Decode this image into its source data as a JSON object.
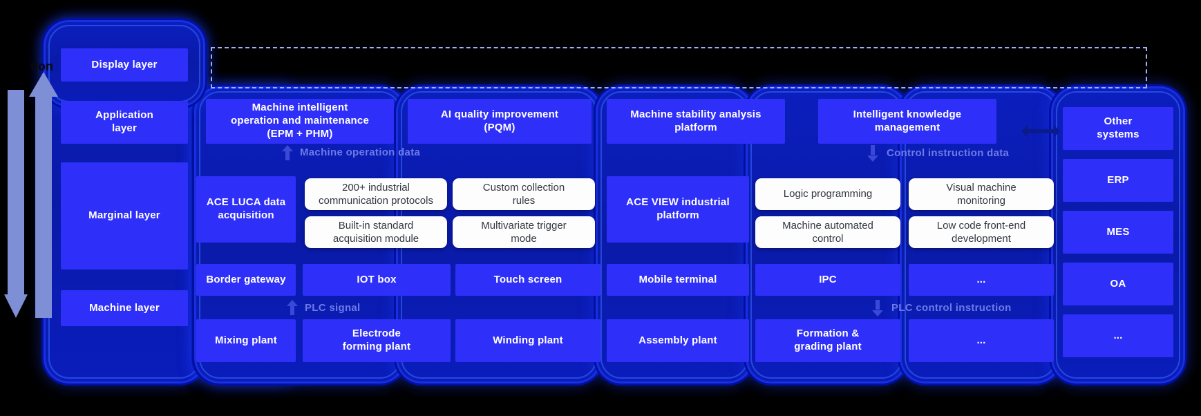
{
  "diagram": {
    "title_fragment": "tion",
    "layers": [
      {
        "key": "display",
        "label": "Display layer"
      },
      {
        "key": "application",
        "label": "Application\nlayer"
      },
      {
        "key": "marginal",
        "label": "Marginal layer"
      },
      {
        "key": "machine",
        "label": "Machine layer"
      }
    ],
    "application_row": [
      "Machine intelligent\noperation and maintenance\n(EPM + PHM)",
      "AI quality improvement\n(PQM)",
      "Machine stability analysis\nplatform",
      "Intelligent knowledge\nmanagement"
    ],
    "flow_labels": {
      "machine_operation_data": "Machine operation data",
      "control_instruction_data": "Control instruction data",
      "plc_signal": "PLC signal",
      "plc_control_instruction": "PLC control instruction"
    },
    "marginal_platforms": {
      "left": "ACE LUCA data\nacquisition",
      "right": "ACE VIEW industrial\nplatform"
    },
    "marginal_features_left": [
      "200+ industrial\ncommunication protocols",
      "Custom collection\nrules",
      "Built-in standard\nacquisition module",
      "Multivariate trigger\nmode"
    ],
    "marginal_features_right": [
      "Logic programming",
      "Visual machine\nmonitoring",
      "Machine automated\ncontrol",
      "Low code front-end\ndevelopment"
    ],
    "device_row": [
      "Border gateway",
      "IOT box",
      "Touch screen",
      "Mobile terminal",
      "IPC",
      "..."
    ],
    "machine_row": [
      "Mixing plant",
      "Electrode\nforming plant",
      "Winding plant",
      "Assembly plant",
      "Formation &\ngrading plant",
      "..."
    ],
    "external_systems": [
      "Other\nsystems",
      "ERP",
      "MES",
      "OA",
      "..."
    ],
    "colors": {
      "chip_blue": "#2f2ffa",
      "shell_blue": "#0b1fbe",
      "white_chip": "#fdfdfd",
      "flow_label": "#6f7ae8",
      "side_arrow": "#7f8fd6",
      "dashed": "#9fb0ff",
      "background": "#000000"
    }
  }
}
